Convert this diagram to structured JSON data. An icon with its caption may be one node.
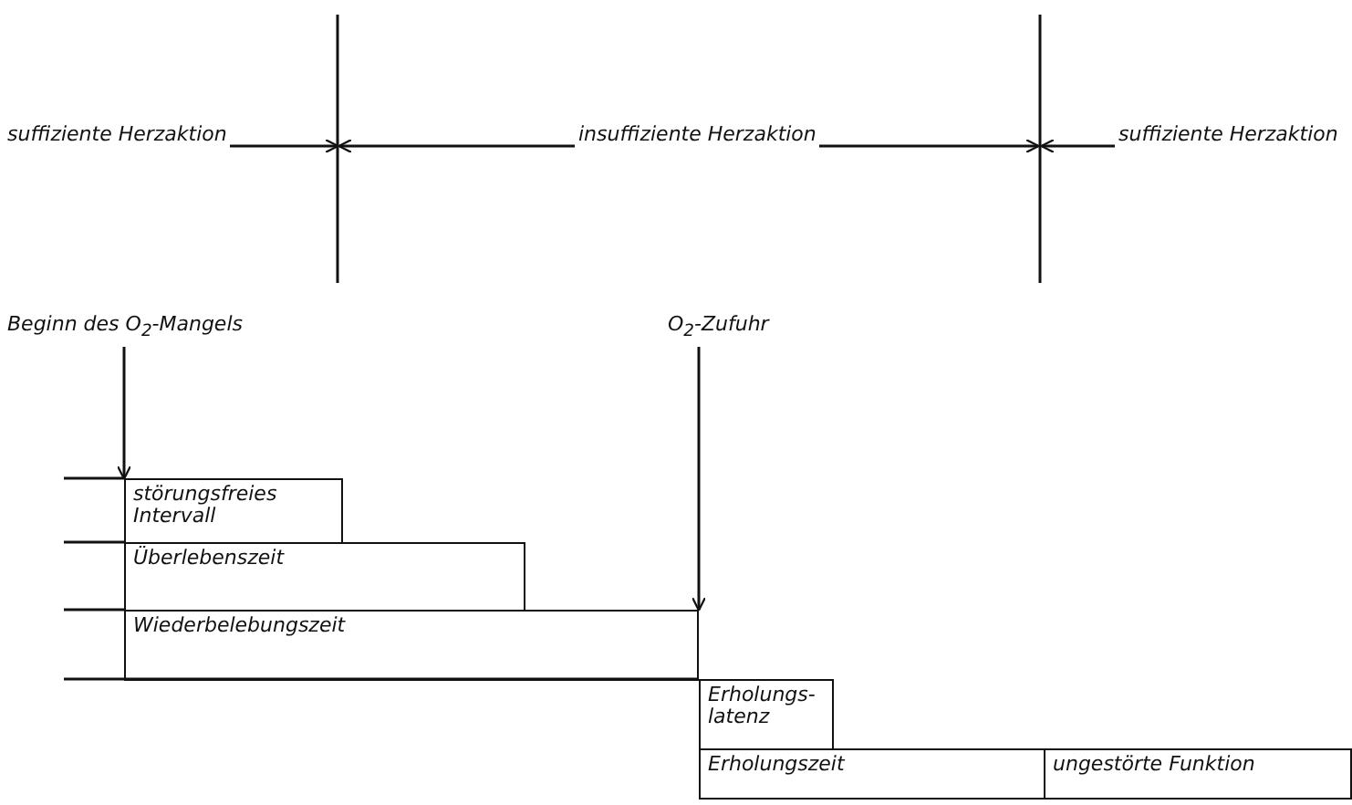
{
  "diagram": {
    "nodes": [
      {
        "text": [
          "suffiziente Herzaktion"
        ]
      },
      {
        "text": [
          "insuffiziente Herzaktion"
        ]
      },
      {
        "text": [
          "suffiziente Herzaktion"
        ]
      },
      {
        "text": [
          "Beginn des O$_{2}$-Mangels"
        ]
      },
      {
        "text": [
          "O$_{2}$-Zufuhr"
        ]
      },
      {
        "text": [
          "störungsfreies Intervall"
        ]
      },
      {
        "text": [
          "Überlebenszeit"
        ]
      },
      {
        "text": [
          "Wiederbelebungszeit"
        ]
      },
      {
        "text": [
          "Erholungs- latenz"
        ]
      },
      {
        "text": [
          "Erholungszeit"
        ]
      },
      {
        "text": [
          "ungestörte Funktion"
        ]
      }
    ],
    "edges": [
      {
        "from": 0,
        "to": null,
        "arrow": "to"
      },
      {
        "from": 1,
        "to": null,
        "arrow": "to"
      },
      {
        "from": 1,
        "to": null,
        "arrow": "to"
      },
      {
        "from": 2,
        "to": null,
        "arrow": "to"
      },
      {
        "from": 3,
        "to": 5,
        "arrow": "to"
      },
      {
        "from": 4,
        "to": 7,
        "arrow": "to"
      }
    ]
  }
}
